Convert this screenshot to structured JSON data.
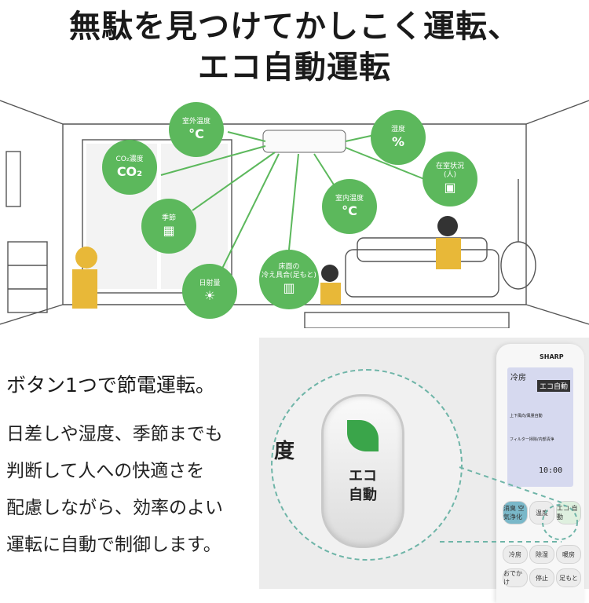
{
  "headline": {
    "line1": "無駄を見つけてかしこく運転、",
    "line2": "エコ自動運転"
  },
  "scene": {
    "sensors": [
      {
        "label": "室外温度",
        "icon": "thermometer-sun-icon",
        "glyph": "°C"
      },
      {
        "label": "CO₂濃度",
        "icon": "co2-icon",
        "glyph": "CO₂"
      },
      {
        "label": "季節",
        "icon": "calendar-icon",
        "glyph": "▦"
      },
      {
        "label": "日射量",
        "icon": "sun-cloud-icon",
        "glyph": "☀"
      },
      {
        "label": "床面の\n冷え具合(足もと)",
        "icon": "floor-icon",
        "glyph": "▥"
      },
      {
        "label": "室内温度",
        "icon": "house-thermometer-icon",
        "glyph": "°C"
      },
      {
        "label": "湿度",
        "icon": "percent-icon",
        "glyph": "%"
      },
      {
        "label": "在室状況\n(人)",
        "icon": "person-icon",
        "glyph": "▣"
      }
    ],
    "accent_color": "#5cb85c"
  },
  "copy": {
    "lead": "ボタン1つで節電運転。",
    "lines": [
      "日差しや湿度、季節までも",
      "判断して人への快適さを",
      "配慮しながら、効率のよい",
      "運転に自動で制御します。"
    ]
  },
  "remote": {
    "brand": "SHARP",
    "mode": "冷房",
    "mode_badge": "エコ自動",
    "lcd_line1": "上下風向/風量自動",
    "lcd_line2": "フィルター掃除/内部清浄",
    "clock": "10:00",
    "buttons": [
      "消臭\n空気浄化",
      "温度",
      "エコ\n自動",
      "冷房",
      "除湿",
      "暖房",
      "おでかけ",
      "停止",
      "足もと"
    ],
    "zoomed_side_label": "度",
    "eco_button_label": "エコ\n自動"
  },
  "colors": {
    "eco_green": "#3aa54a",
    "dashed_outline": "#6fb5a8"
  }
}
